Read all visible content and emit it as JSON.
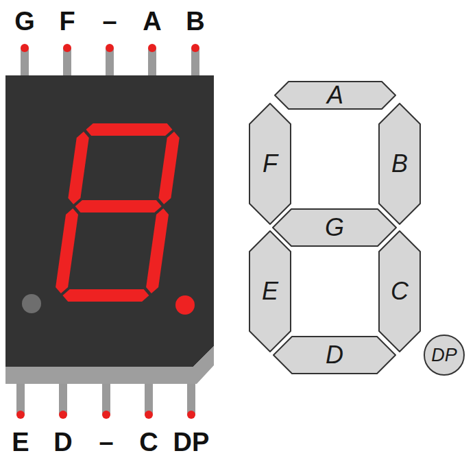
{
  "diagram": {
    "nodes": [
      {
        "text": [
          "A"
        ]
      },
      {
        "text": [
          "F"
        ]
      },
      {
        "text": [
          "B"
        ]
      },
      {
        "text": [
          "G"
        ]
      },
      {
        "text": [
          "E"
        ]
      },
      {
        "text": [
          "C"
        ]
      },
      {
        "text": [
          "D"
        ]
      },
      {
        "text": [
          "DP"
        ]
      }
    ],
    "labels": [
      "G",
      "F",
      "–",
      "A",
      "B",
      "E",
      "D",
      "–",
      "C",
      "DP"
    ]
  }
}
